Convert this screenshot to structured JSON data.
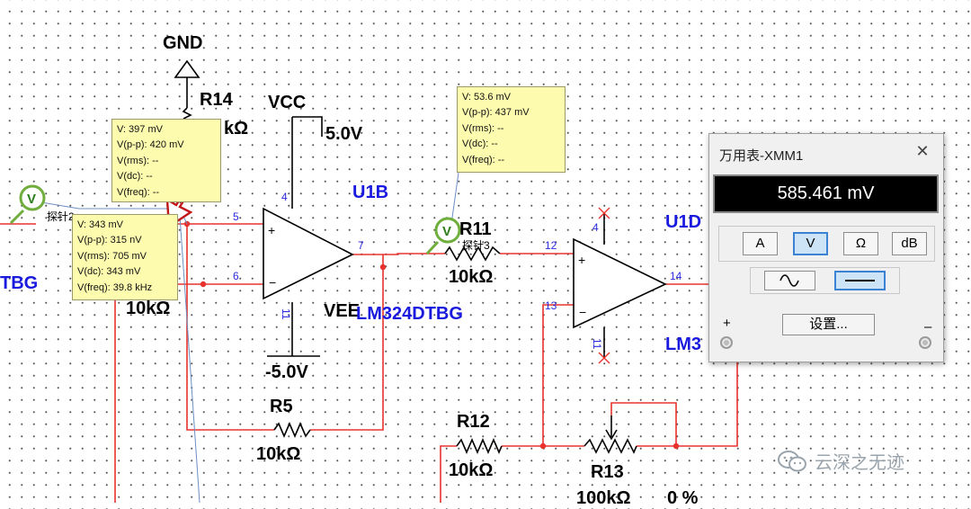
{
  "schematic": {
    "gnd": "GND",
    "vcc": "VCC",
    "vcc_value": "5.0V",
    "vee": "VEE",
    "vee_value": "-5.0V",
    "r14": "R14",
    "r14_value": "kΩ",
    "r5": "R5",
    "r5_value": "10kΩ",
    "r11": "R11",
    "r11_value": "10kΩ",
    "r12": "R12",
    "r12_value": "10kΩ",
    "r13": "R13",
    "r13_value": "100kΩ",
    "r13_percent": "0 %",
    "hidden_res_value": "10kΩ",
    "u1b": "U1B",
    "u1b_part": "LM324DTBG",
    "u1d": "U1D",
    "u1d_part": "LM3",
    "left_part": "TBG",
    "pins": {
      "u1b_plus": "5",
      "u1b_minus": "6",
      "u1b_out": "7",
      "u1b_vcc": "4",
      "u1b_vee": "11",
      "u1d_plus": "12",
      "u1d_minus": "13",
      "u1d_out": "14",
      "u1d_vcc": "4",
      "u1d_vee": "11"
    },
    "probe2_name": "探针2",
    "probe3_name": "探针3"
  },
  "probes": {
    "top": [
      "V: 397 mV",
      "V(p-p): 420 mV",
      "V(rms): --",
      "V(dc): --",
      "V(freq): --"
    ],
    "probe2": [
      "V: 343 mV",
      "V(p-p): 315 nV",
      "V(rms): 705 mV",
      "V(dc): 343 mV",
      "V(freq): 39.8 kHz"
    ],
    "probe3": [
      "V: 53.6 mV",
      "V(p-p): 437 mV",
      "V(rms): --",
      "V(dc): --",
      "V(freq): --"
    ]
  },
  "multimeter": {
    "title": "万用表-XMM1",
    "close_glyph": "✕",
    "reading": "585.461 mV",
    "modes": [
      "A",
      "V",
      "Ω",
      "dB"
    ],
    "active_mode": "V",
    "settings_label": "设置...",
    "plus_label": "+",
    "minus_label": "–"
  },
  "watermark": "云深之无迹",
  "colors": {
    "wire": "#e8322d",
    "component": "#000000",
    "label_blue": "#1a1adf",
    "tooltip_bg": "#fdfcae",
    "meter_active": "#cde4f7"
  }
}
